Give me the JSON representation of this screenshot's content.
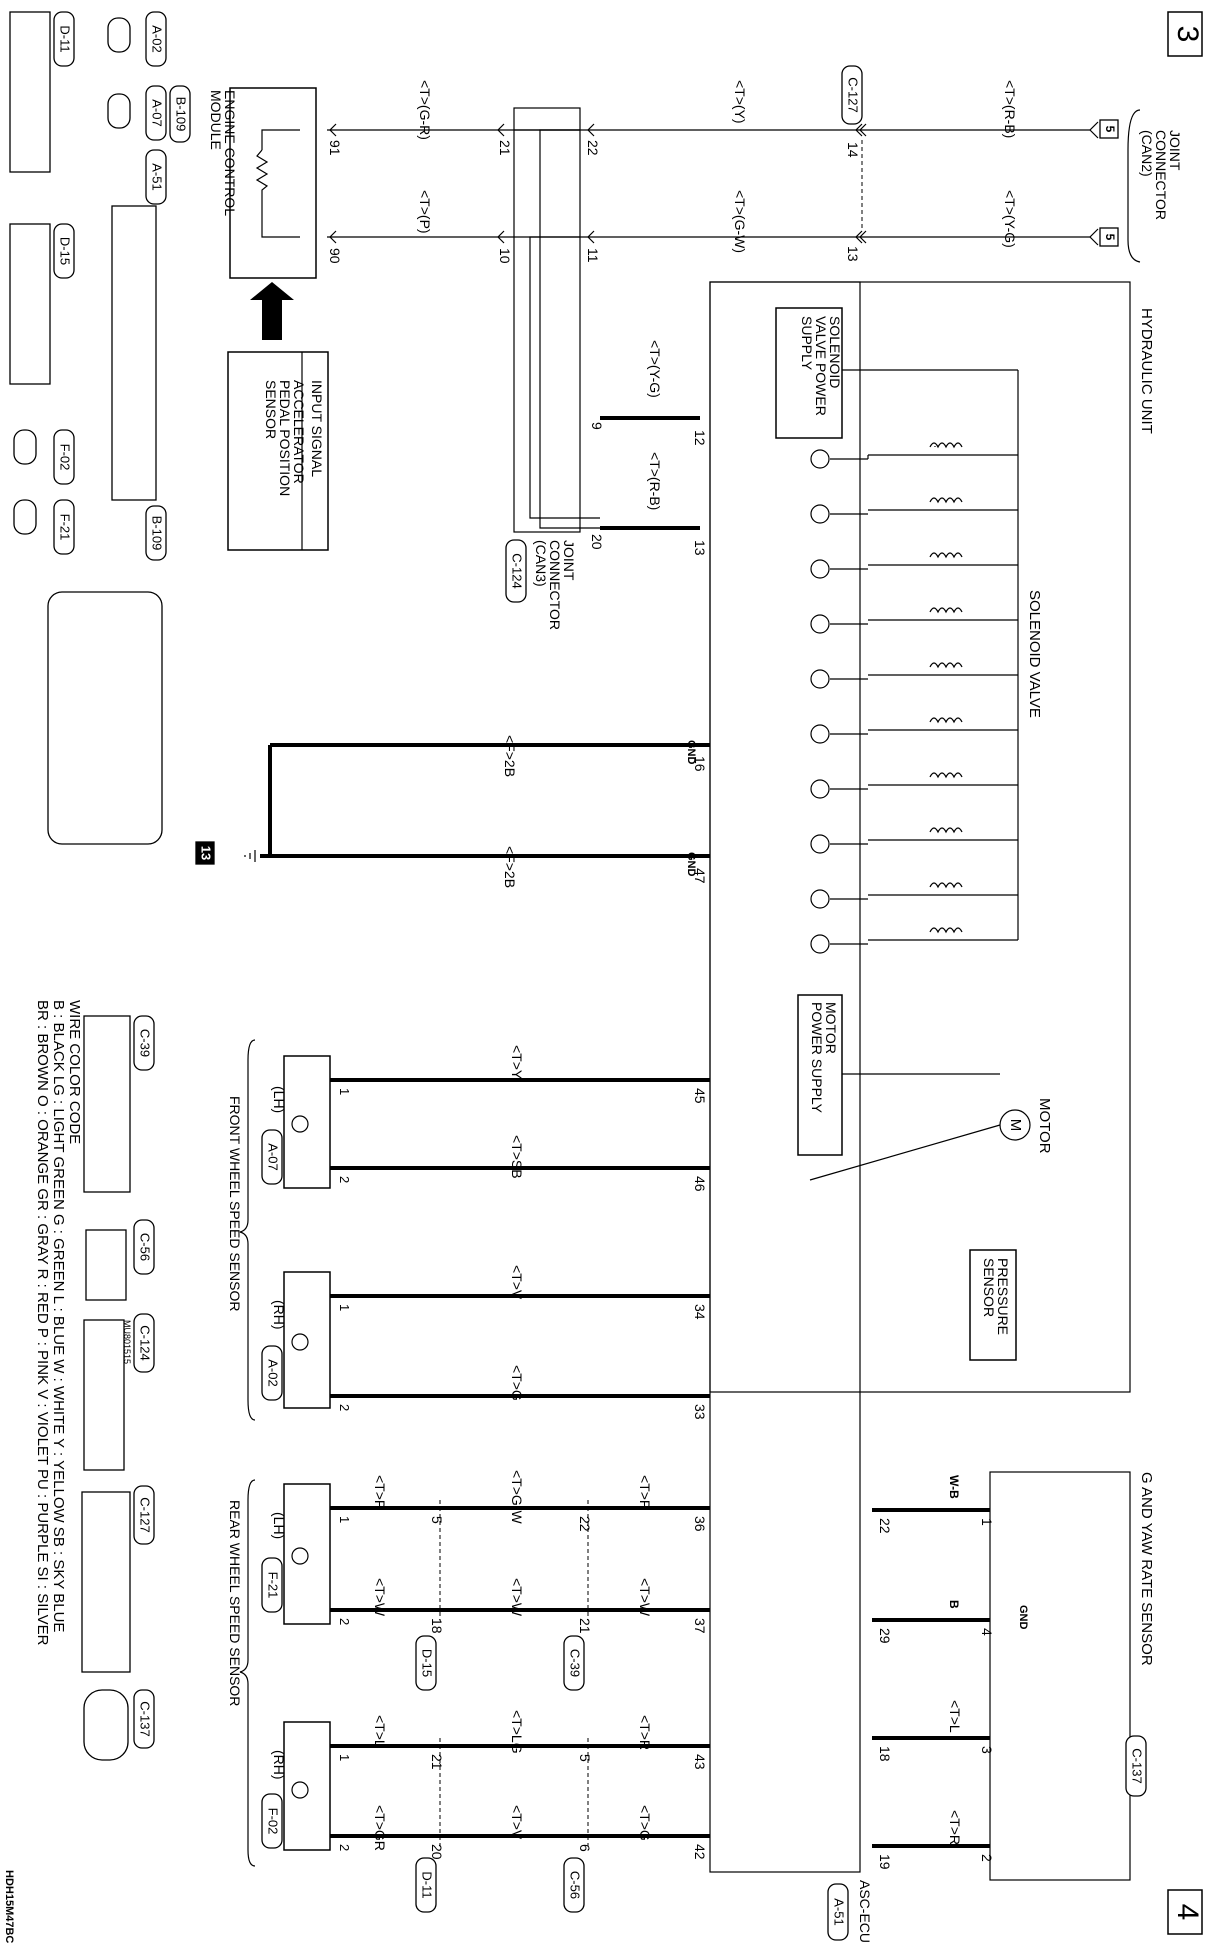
{
  "page": {
    "page_num_top": "3",
    "page_num_bottom": "4",
    "figure_code": "HDH15M47BC"
  },
  "components": {
    "joint_can2": [
      "JOINT",
      "CONNECTOR",
      "(CAN2)"
    ],
    "joint_can3": [
      "JOINT",
      "CONNECTOR",
      "(CAN3)"
    ],
    "joint_can3_conn": "C-124",
    "ecm": [
      "ENGINE CONTROL",
      "MODULE"
    ],
    "ecm_conn": "B-109",
    "app_sensor": [
      "INPUT SIGNAL",
      "ACCELERATOR",
      "PEDAL POSITION",
      "SENSOR"
    ],
    "hydraulic_unit": "HYDRAULIC UNIT",
    "solenoid_supply": [
      "SOLENOID",
      "VALVE POWER",
      "SUPPLY"
    ],
    "solenoid_valve": "SOLENOID VALVE",
    "motor_supply": [
      "MOTOR",
      "POWER SUPPLY"
    ],
    "motor": "MOTOR",
    "motor_symbol": "M",
    "pressure_sensor": [
      "PRESSURE",
      "SENSOR"
    ],
    "g_yaw_sensor": "G AND YAW RATE SENSOR",
    "g_yaw_conn": "C-137",
    "asc_ecu": "ASC-ECU",
    "asc_conn": "A-51",
    "front_wss": "FRONT WHEEL SPEED SENSOR",
    "rear_wss": "REAR WHEEL SPEED SENSOR",
    "ground_symbol": "13",
    "c127": "C-127"
  },
  "wires": {
    "can_h": [
      "<T>(R-B)",
      "<T>(Y)",
      "<T>(G-R)"
    ],
    "can_l": [
      "<T>(Y-G)",
      "<T>(G-W)",
      "<T>(P)"
    ],
    "can3_a": "<T>(Y-G)",
    "can3_b": "<T>(R-B)",
    "gnd_a": "<F>2B",
    "gnd_b": "<F>2B",
    "fl_a": "<T>Y",
    "fl_b": "<T>SB",
    "fr_a": "<T>V",
    "fr_b": "<T>G",
    "rl_a1": "<T>P",
    "rl_a2": "<T>G-W",
    "rl_a3": "<T>P",
    "rl_b1": "<T>W",
    "rl_b2": "<T>W",
    "rl_b3": "<T>W",
    "rr_a1": "<T>R",
    "rr_a2": "<T>LG",
    "rr_a3": "<T>L",
    "rr_b1": "<T>G",
    "rr_b2": "<T>V",
    "rr_b3": "<T>GR",
    "gy_1": "W-B",
    "gy_2": "B",
    "gy_3": "<T>L",
    "gy_4": "<T>R"
  },
  "pins": {
    "can2_a": "5",
    "can2_b": "5",
    "c127_a": "14",
    "c127_b": "13",
    "can3_a": "22",
    "can3_b": "11",
    "can3_c": "21",
    "can3_d": "10",
    "can3_e": "9",
    "can3_f": "20",
    "ecm_a": "91",
    "ecm_b": "90",
    "asc_12": "12",
    "asc_13": "13",
    "asc_16": "16",
    "asc_47": "47",
    "asc_45": "45",
    "asc_46": "46",
    "asc_34": "34",
    "asc_33": "33",
    "asc_36": "36",
    "asc_37": "37",
    "asc_43": "43",
    "asc_42": "42",
    "asc_22": "22",
    "asc_29": "29",
    "asc_18": "18",
    "asc_19": "19",
    "gy_1": "1",
    "gy_4": "4",
    "gy_3": "3",
    "gy_2": "2",
    "gnd_label": "GND",
    "fl_1": "1",
    "fl_2": "2",
    "fr_1": "1",
    "fr_2": "2",
    "rl_1": "1",
    "rl_2": "2",
    "rr_1": "1",
    "rr_2": "2",
    "c39_22": "22",
    "c39_21": "21",
    "c56_5": "5",
    "c56_6": "6",
    "d15_5": "5",
    "d15_18": "18",
    "d11_21": "21",
    "d11_20": "20"
  },
  "sensors": {
    "fl_side": "(LH)",
    "fl_conn": "A-07",
    "fr_side": "(RH)",
    "fr_conn": "A-02",
    "rl_side": "(LH)",
    "rl_conn": "F-21",
    "rr_side": "(RH)",
    "rr_conn": "F-02",
    "c39": "C-39",
    "c56": "C-56",
    "d15": "D-15",
    "d11": "D-11"
  },
  "connector_views": [
    "A-02",
    "A-07",
    "A-51",
    "B-109",
    "D-11",
    "D-15",
    "F-02",
    "F-21",
    "C-39",
    "C-56",
    "C-124",
    "C-127",
    "C-137"
  ],
  "c124_part": "MU801515",
  "wire_color_code": {
    "title": "WIRE COLOR CODE",
    "line1": "B : BLACK   LG : LIGHT GREEN   G : GREEN   L : BLUE   W : WHITE   Y : YELLOW   SB : SKY BLUE",
    "line2": "BR : BROWN   O : ORANGE   GR : GRAY   R : RED   P : PINK   V : VIOLET   PU : PURPLE   SI : SILVER"
  }
}
